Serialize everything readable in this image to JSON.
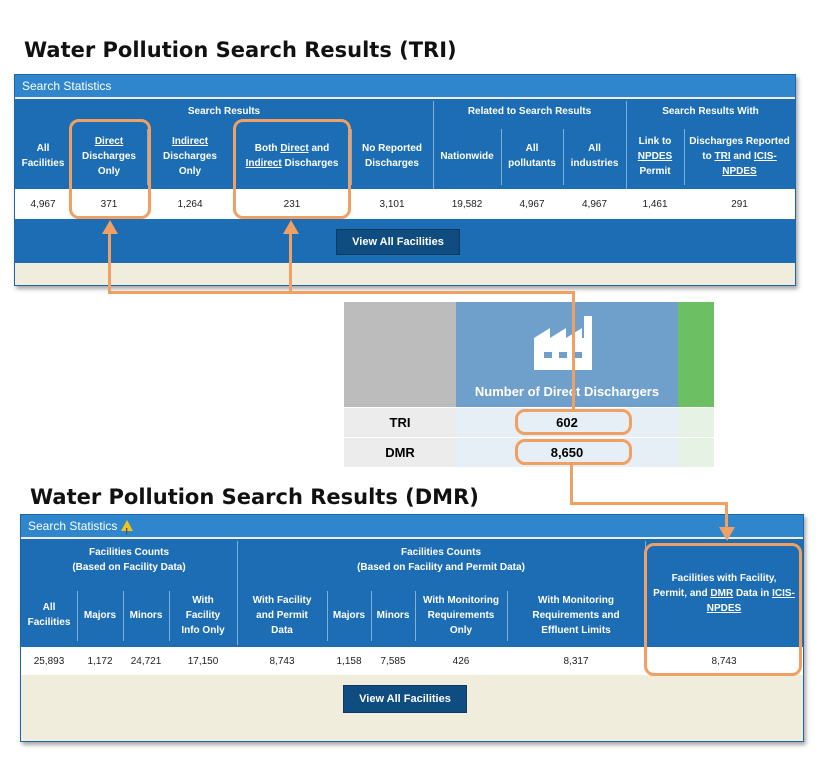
{
  "tri": {
    "heading": "Water Pollution Search Results (TRI)",
    "panel_title": "Search Statistics",
    "groups": {
      "search_results": "Search Results",
      "related": "Related to Search Results",
      "with": "Search Results With"
    },
    "columns": {
      "all_facilities": [
        "All",
        "Facilities"
      ],
      "direct": [
        "Direct",
        "Discharges",
        "Only"
      ],
      "indirect": [
        "Indirect",
        "Discharges",
        "Only"
      ],
      "both_1": "Both ",
      "both_direct": "Direct",
      "both_and": " and",
      "both_indirect": "Indirect",
      "both_discharges": " Discharges",
      "no_reported": [
        "No Reported",
        "Discharges"
      ],
      "nationwide": "Nationwide",
      "all_pollutants": [
        "All",
        "pollutants"
      ],
      "all_industries": [
        "All",
        "industries"
      ],
      "link_to": "Link to",
      "link_npdes": "NPDES",
      "link_permit": "Permit",
      "reported_1": "Discharges Reported",
      "reported_to": "to ",
      "reported_tri": "TRI",
      "reported_and": " and ",
      "reported_icis": "ICIS-",
      "reported_npdes": "NPDES"
    },
    "values": [
      "4,967",
      "371",
      "1,264",
      "231",
      "3,101",
      "19,582",
      "4,967",
      "4,967",
      "1,461",
      "291"
    ],
    "button": "View All Facilities"
  },
  "dashboard": {
    "column_header": "Number of Direct Dischargers",
    "rows": [
      {
        "label": "TRI",
        "value": "602"
      },
      {
        "label": "DMR",
        "value": "8,650"
      }
    ]
  },
  "dmr": {
    "heading": "Water Pollution Search Results (DMR)",
    "panel_title": "Search Statistics",
    "groups": {
      "facility": [
        "Facilities Counts",
        "(Based on Facility Data)"
      ],
      "facility_permit": [
        "Facilities Counts",
        "(Based on Facility and Permit Data)"
      ]
    },
    "columns": {
      "all_facilities": [
        "All",
        "Facilities"
      ],
      "majors": "Majors",
      "minors": "Minors",
      "with_facility_info": [
        "With",
        "Facility",
        "Info Only"
      ],
      "with_facility_permit": [
        "With Facility",
        "and Permit",
        "Data"
      ],
      "majors2": "Majors",
      "minors2": "Minors",
      "monitoring_only": [
        "With Monitoring",
        "Requirements",
        "Only"
      ],
      "monitoring_effluent": [
        "With Monitoring",
        "Requirements and",
        "Effluent Limits"
      ],
      "icis_1": "Facilities with Facility,",
      "icis_2a": "Permit, and ",
      "icis_2b": "DMR",
      "icis_2c": " Data in ",
      "icis_2d": "ICIS-",
      "icis_3": "NPDES"
    },
    "values": [
      "25,893",
      "1,172",
      "24,721",
      "17,150",
      "8,743",
      "1,158",
      "7,585",
      "426",
      "8,317",
      "8,743"
    ],
    "button": "View All Facilities"
  },
  "colors": {
    "header_blue": "#1c6db3",
    "title_blue": "#2f86cc",
    "button_navy": "#0f4d80",
    "highlight_orange": "#f0a062",
    "panel_beige": "#f0eddc",
    "dashboard_blue": "#6fa0cc",
    "dashboard_green": "#6cbf63"
  },
  "icons": {
    "dashboard_icon": "factory-icon",
    "warning": "warning-icon"
  }
}
